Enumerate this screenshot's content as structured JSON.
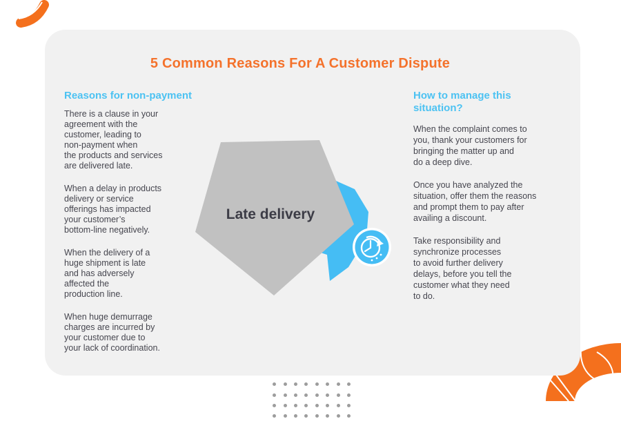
{
  "title": "5 Common Reasons For A Customer Dispute",
  "colors": {
    "accent_orange": "#F4722C",
    "decor_orange": "#F4701D",
    "accent_blue": "#4CC2F2",
    "ribbon_blue": "#45BDF4",
    "pentagon_gray": "#C1C1C1",
    "body_text": "#46464F",
    "label_text": "#3C3C46",
    "card_bg": "#F1F1F1",
    "dot_gray": "#9D9D9D"
  },
  "left_column": {
    "heading": "Reasons for non-payment",
    "paragraphs": [
      "There is a clause in your\nagreement with the\ncustomer, leading to\nnon-payment when\nthe products and services\nare delivered late.",
      "When a delay in products\ndelivery or service\nofferings has impacted\nyour customer’s\nbottom-line negatively.",
      "When the delivery of a\nhuge shipment is late\nand has adversely\naffected the\nproduction line.",
      "When huge demurrage\ncharges are incurred by\nyour customer due to\nyour lack of coordination."
    ]
  },
  "right_column": {
    "heading": "How to manage this\nsituation?",
    "paragraphs": [
      "When the complaint comes to\nyou, thank your customers for\nbringing the matter up and\ndo a deep dive.",
      "Once you have analyzed the\nsituation, offer them the reasons\nand prompt them to pay after\navailing a discount.",
      "Take responsibility and\nsynchronize processes\nto avoid further delivery\ndelays, before you tell the\ncustomer what they need\nto do."
    ]
  },
  "center": {
    "label": "Late delivery",
    "icon": "clock-history-icon"
  },
  "decorations": {
    "dots": {
      "rows": 4,
      "cols": 8
    },
    "corner_icons": [
      "swoosh-top-left-icon",
      "quarter-ring-bottom-right-icon"
    ]
  }
}
